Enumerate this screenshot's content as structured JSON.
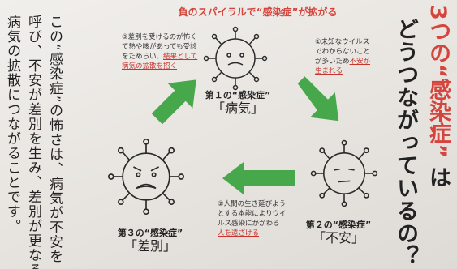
{
  "title": {
    "number": "3つの",
    "keyword": "“感染症”",
    "particle": "は",
    "line2": "どうつながっているの？"
  },
  "body_text": {
    "lines": [
      "この“感染症”の怖さは、病気が不安を",
      "呼び、不安が差別を生み、差別が更なる",
      "病気の拡散につながることです。"
    ]
  },
  "diagram": {
    "banner": "負のスパイラルで“感染症”が拡がる",
    "stages": [
      {
        "label": "第１の“感染症”",
        "name": "「病気」"
      },
      {
        "label": "第２の“感染症”",
        "name": "「不安」"
      },
      {
        "label": "第３の“感染症”",
        "name": "「差別」"
      }
    ],
    "notes": {
      "note1": {
        "lines": [
          "①未知なウイルス",
          "でわからないこと",
          "が多いため"
        ],
        "highlight": "不安が",
        "tail": "生まれる"
      },
      "note2": {
        "lines": [
          "②人間の生き延びよう",
          "とする本能によりウイ",
          "ルス感染にかかわる"
        ],
        "highlight": "人を遠ざける"
      },
      "note3": {
        "lines": [
          "③差別を受けるのが怖く",
          "て熱や咳があっても受診",
          "をためらい、"
        ],
        "highlight1": "結果として",
        "highlight2": "病気の拡散を招く"
      }
    },
    "colors": {
      "accent_red": "#d6453d",
      "arrow_green": "#46a84a",
      "ink": "#2a2a2a"
    }
  }
}
